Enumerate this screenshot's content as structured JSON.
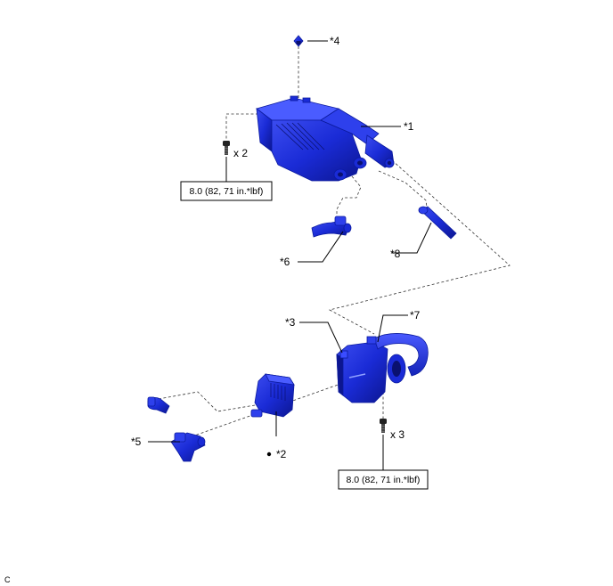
{
  "callouts": {
    "c1": "*1",
    "c2": "*2",
    "c3": "*3",
    "c4": "*4",
    "c5": "*5",
    "c6": "*6",
    "c7": "*7",
    "c8": "*8"
  },
  "quantities": {
    "upper_bolts": "x 2",
    "lower_bolts": "x 3"
  },
  "torque": {
    "upper": "8.0 (82, 71 in.*lbf)",
    "lower": "8.0 (82, 71 in.*lbf)"
  },
  "corner_label": "C",
  "colors": {
    "part_blue": "#1a2bd6",
    "part_dark": "#0a1170",
    "leader": "#000000"
  }
}
